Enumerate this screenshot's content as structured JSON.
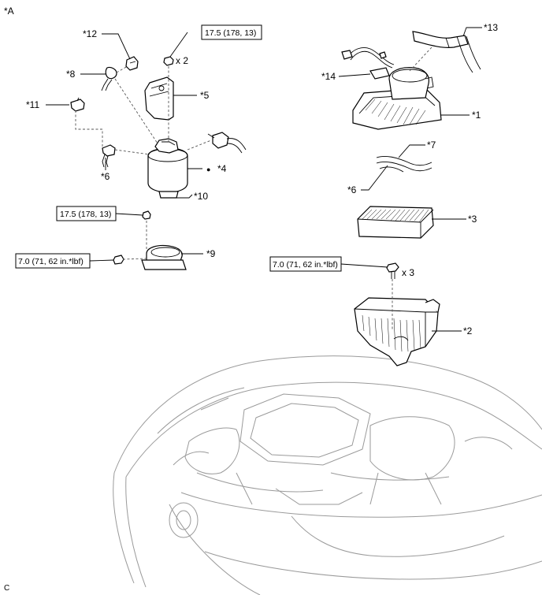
{
  "figure_tag": "*A",
  "corner_mark": "C",
  "callouts": {
    "c1": "*1",
    "c2": "*2",
    "c3": "*3",
    "c4": "*4",
    "c5": "*5",
    "c6a": "*6",
    "c6b": "*6",
    "c7": "*7",
    "c8": "*8",
    "c9": "*9",
    "c10": "*10",
    "c11": "*11",
    "c12": "*12",
    "c13": "*13",
    "c14": "*14"
  },
  "torque_specs": {
    "t_top": "17.5 (178, 13)",
    "t_left_upper": "17.5 (178, 13)",
    "t_left_lower": "7.0 (71, 62 in.*lbf)",
    "t_right": "7.0 (71, 62 in.*lbf)"
  },
  "quantities": {
    "q_top": "x 2",
    "q_right": "x 3"
  },
  "symbols": {
    "non_reusable_dot": "●"
  }
}
